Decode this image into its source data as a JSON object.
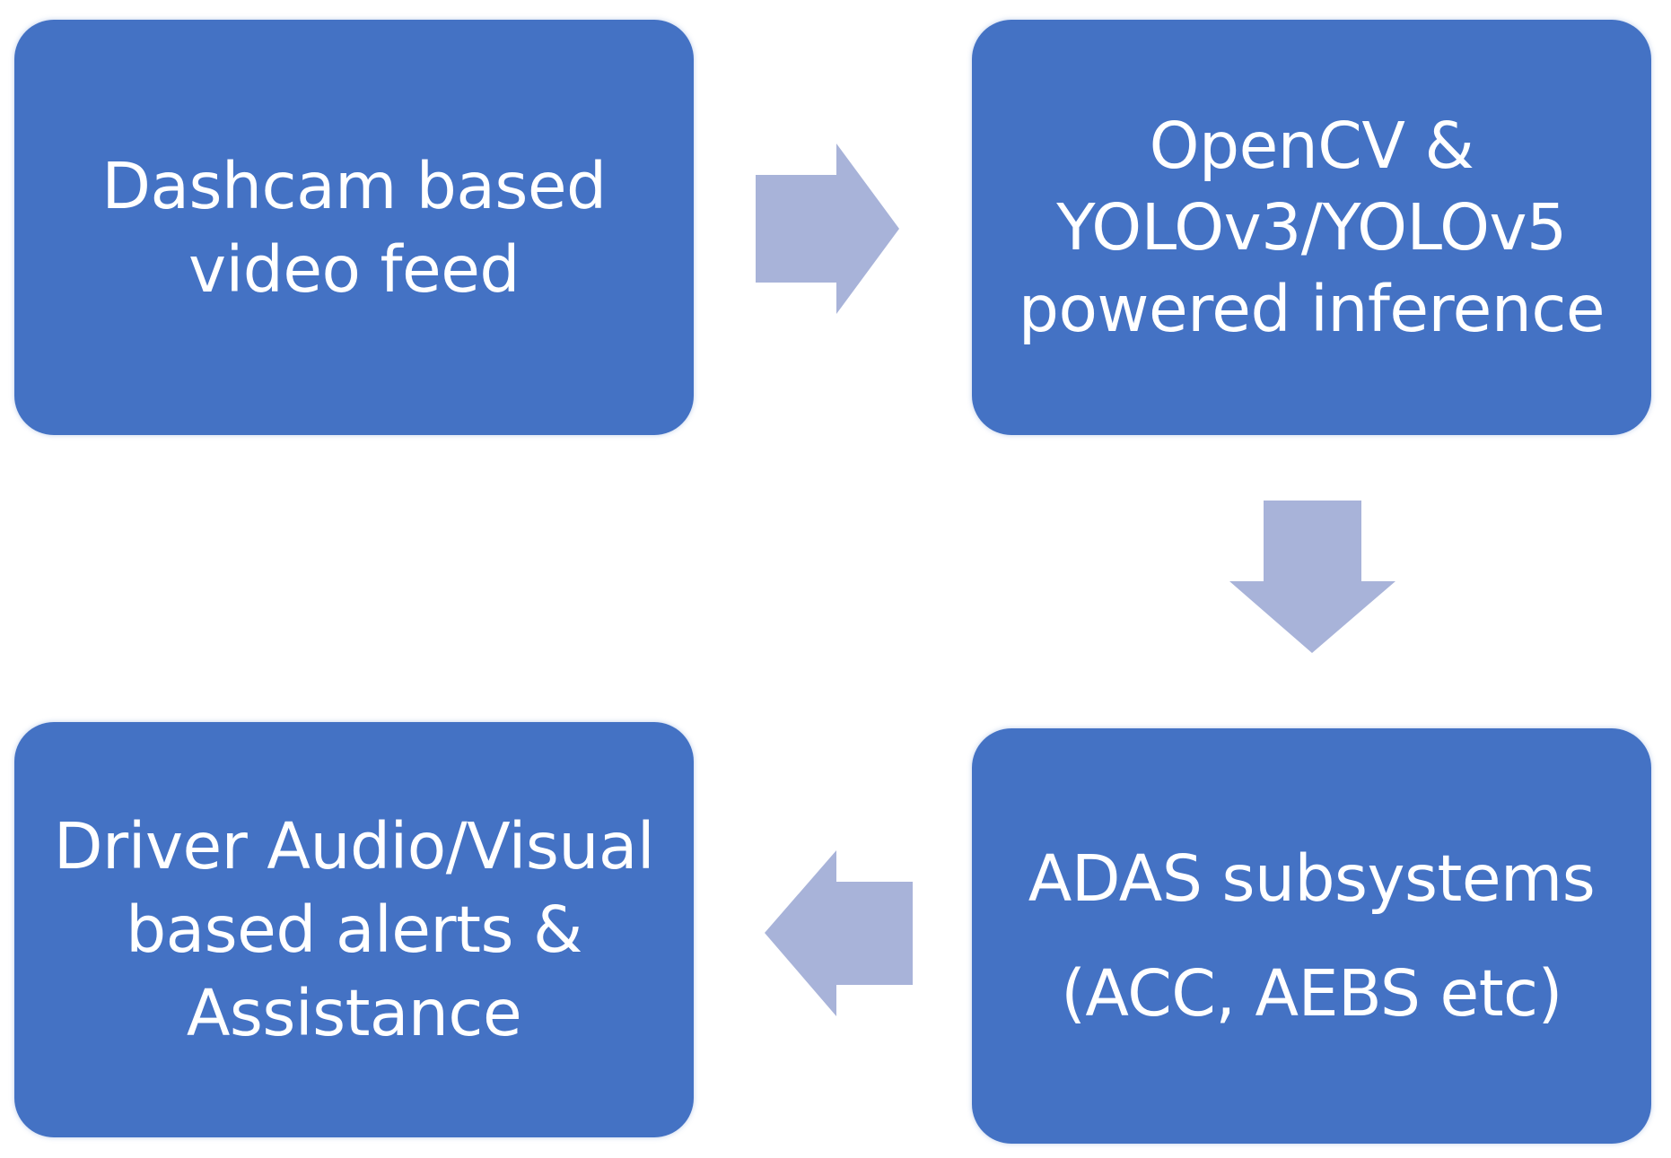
{
  "diagram": {
    "arrow_color": "#a8b3d9",
    "box_color": "#4472c4",
    "text_color": "#ffffff",
    "boxes": [
      {
        "text": "Dashcam based\nvideo feed"
      },
      {
        "text": "OpenCV &\nYOLOv3/YOLOv5\npowered inference"
      },
      {
        "text": "ADAS subsystems\n(ACC, AEBS etc)"
      },
      {
        "text": "Driver Audio/Visual\nbased alerts &\nAssistance"
      }
    ]
  }
}
